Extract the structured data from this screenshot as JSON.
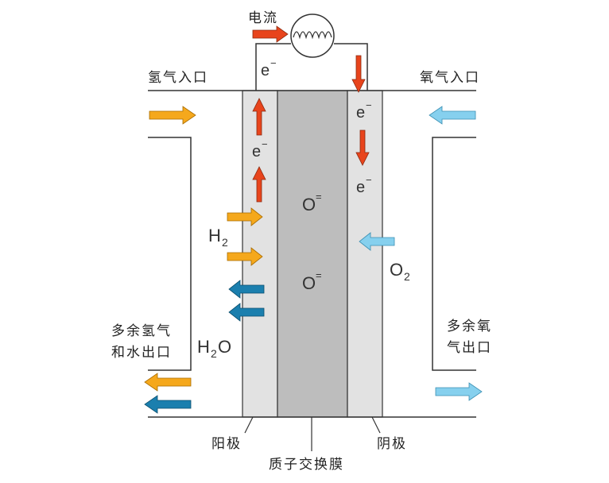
{
  "labels": {
    "current": "电流",
    "h2_inlet": "氢气入口",
    "o2_inlet": "氧气入口",
    "excess_h2_line1": "多余氢气",
    "excess_h2_line2": "和水出口",
    "excess_o2_line1": "多余氧",
    "excess_o2_line2": "气出口",
    "anode": "阳极",
    "cathode": "阴极",
    "membrane": "质子交换膜"
  },
  "chem": {
    "electron": "e",
    "electron_sup": "−",
    "oxide": "O",
    "oxide_sup": "=",
    "h2_main": "H",
    "h2_sub": "2",
    "o2_main": "O",
    "o2_sub": "2",
    "water_h": "H",
    "water_sub": "2",
    "water_o": "O"
  },
  "colors": {
    "electron_arrow": "#e8441c",
    "hydrogen_arrow": "#f5a81c",
    "oxygen_arrow": "#86d0ee",
    "water_arrow": "#1b7fae",
    "electrode": "#e2e2e2",
    "membrane": "#bdbdbd"
  }
}
